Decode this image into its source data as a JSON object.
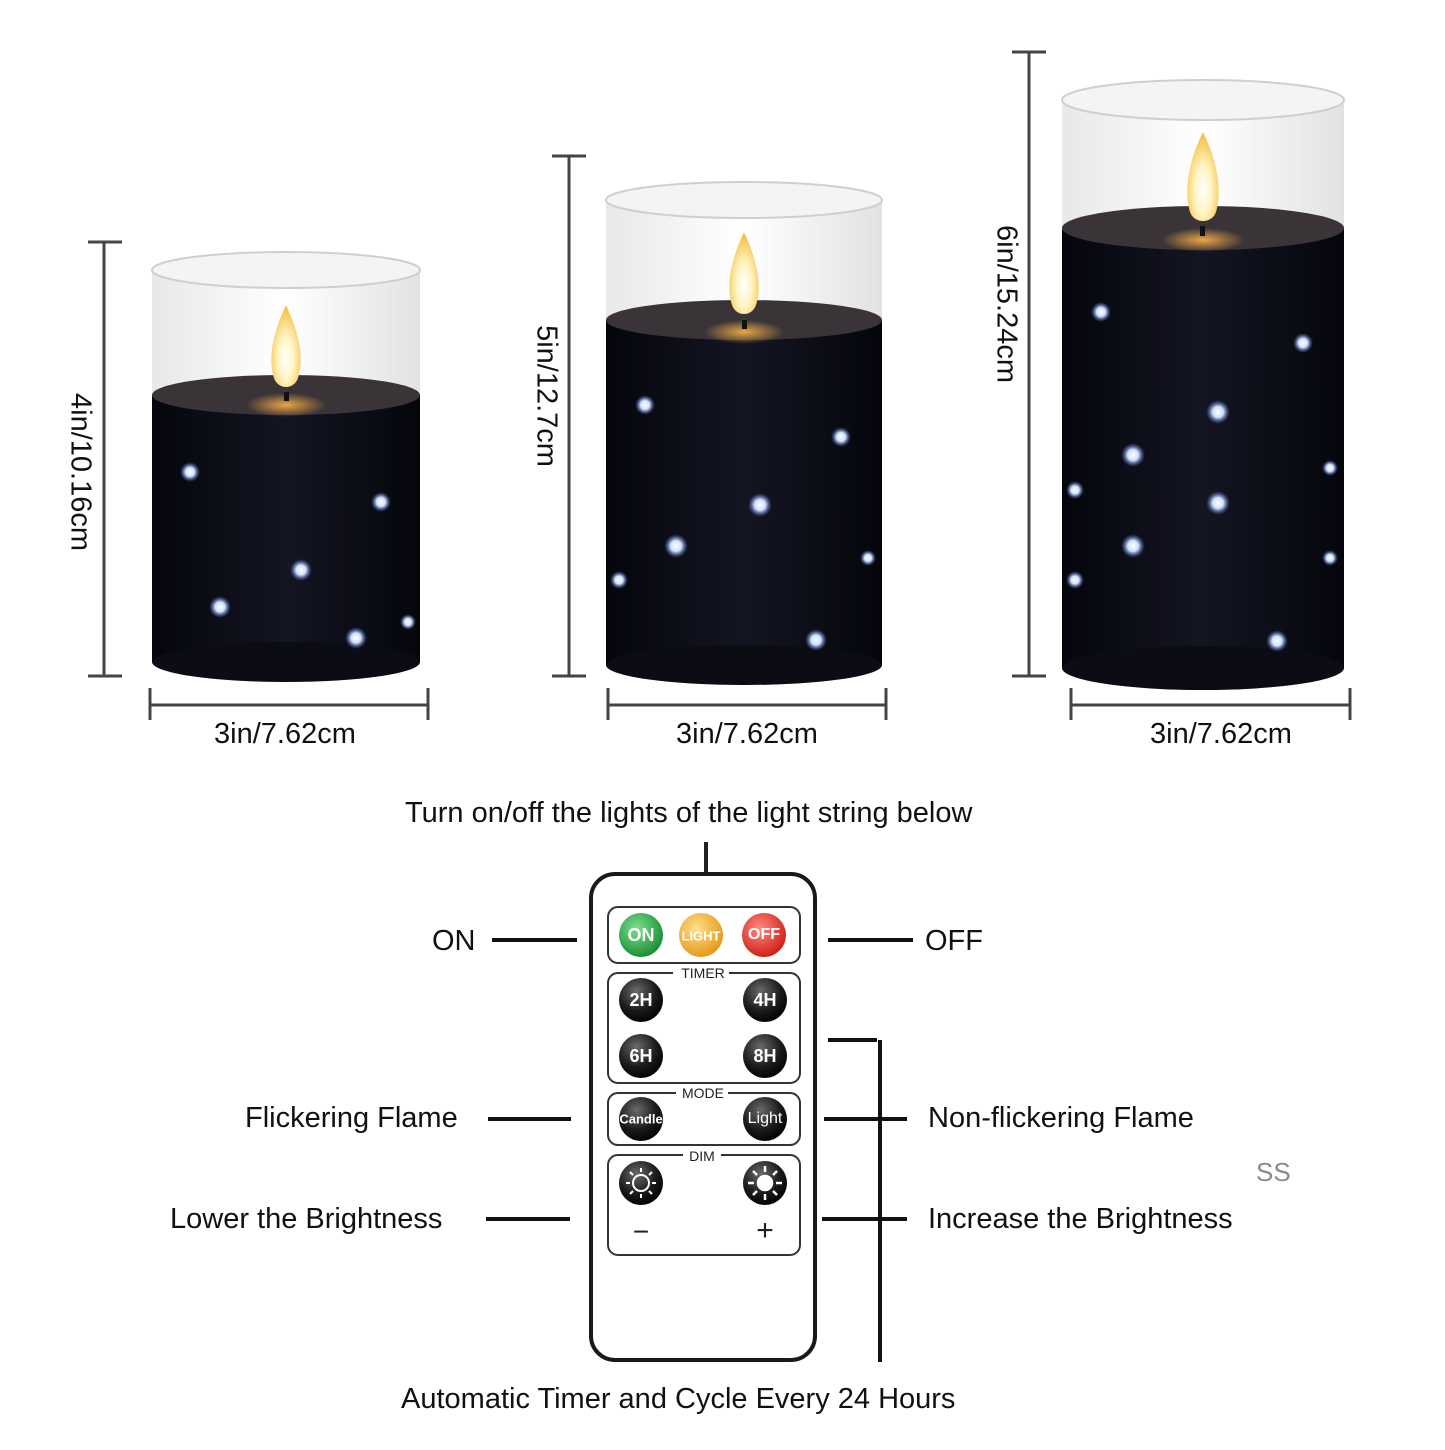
{
  "candles": [
    {
      "height_label": "4in/10.16cm",
      "width_label": "3in/7.62cm"
    },
    {
      "height_label": "5in/12.7cm",
      "width_label": "3in/7.62cm"
    },
    {
      "height_label": "6in/15.24cm",
      "width_label": "3in/7.62cm"
    }
  ],
  "remote": {
    "top_caption": "Turn on/off the lights of the light string below",
    "bottom_caption": "Automatic Timer and Cycle Every 24 Hours",
    "callouts": {
      "on": "ON",
      "off": "OFF",
      "flicker": "Flickering Flame",
      "non_flicker": "Non-flickering Flame",
      "lower": "Lower the Brightness",
      "increase": "Increase the Brightness"
    },
    "buttons": {
      "on": "ON",
      "light": "LIGHT",
      "off": "OFF",
      "h2": "2H",
      "h4": "4H",
      "h6": "6H",
      "h8": "8H",
      "candle": "Candle",
      "light_mode": "Light"
    },
    "section_labels": {
      "timer": "TIMER",
      "mode": "MODE",
      "dim": "DIM"
    },
    "dim_signs": {
      "minus": "−",
      "plus": "+"
    }
  },
  "watermark": "SS",
  "colors": {
    "candle_body": "#0b0c14",
    "button_on": "#1f9a3c",
    "button_light": "#f0a623",
    "button_off": "#e0261e",
    "button_dark": "#151515",
    "flame": "#fff3c0"
  }
}
